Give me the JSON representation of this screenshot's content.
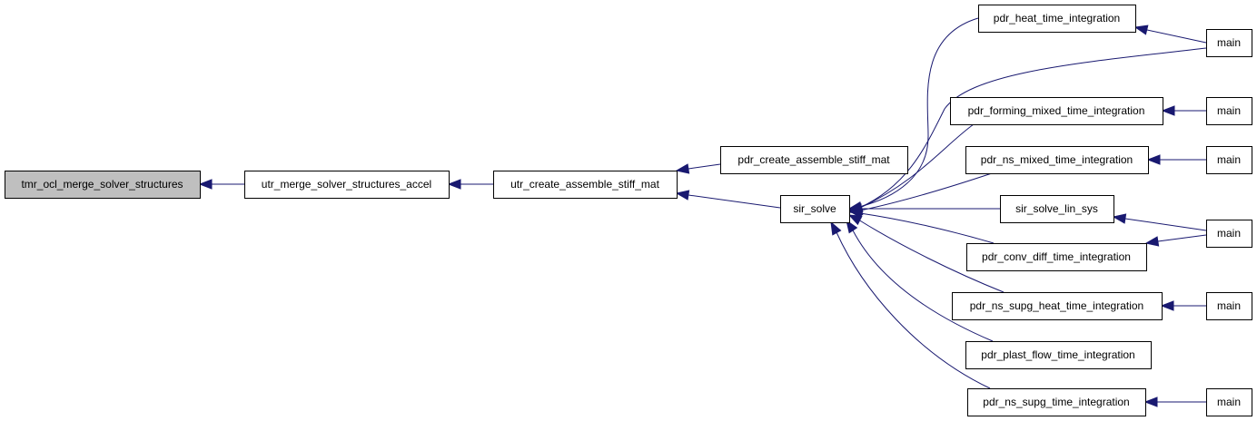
{
  "graph": {
    "nodes": [
      {
        "id": "tmr_ocl",
        "label": "tmr_ocl_merge_solver_structures",
        "highlighted": true
      },
      {
        "id": "utr_merge",
        "label": "utr_merge_solver_structures_accel"
      },
      {
        "id": "utr_create",
        "label": "utr_create_assemble_stiff_mat"
      },
      {
        "id": "pdr_create",
        "label": "pdr_create_assemble_stiff_mat"
      },
      {
        "id": "sir_solve",
        "label": "sir_solve"
      },
      {
        "id": "pdr_heat",
        "label": "pdr_heat_time_integration"
      },
      {
        "id": "pdr_forming",
        "label": "pdr_forming_mixed_time_integration"
      },
      {
        "id": "pdr_ns_mixed",
        "label": "pdr_ns_mixed_time_integration"
      },
      {
        "id": "sir_solve_lin",
        "label": "sir_solve_lin_sys"
      },
      {
        "id": "pdr_conv",
        "label": "pdr_conv_diff_time_integration"
      },
      {
        "id": "pdr_ns_supg_heat",
        "label": "pdr_ns_supg_heat_time_integration"
      },
      {
        "id": "pdr_plast",
        "label": "pdr_plast_flow_time_integration"
      },
      {
        "id": "pdr_ns_supg",
        "label": "pdr_ns_supg_time_integration"
      },
      {
        "id": "main1",
        "label": "main"
      },
      {
        "id": "main2",
        "label": "main"
      },
      {
        "id": "main3",
        "label": "main"
      },
      {
        "id": "main4",
        "label": "main"
      },
      {
        "id": "main5",
        "label": "main"
      },
      {
        "id": "main6",
        "label": "main"
      }
    ],
    "edges": [
      {
        "from": "utr_merge",
        "to": "tmr_ocl"
      },
      {
        "from": "utr_create",
        "to": "utr_merge"
      },
      {
        "from": "pdr_create",
        "to": "utr_create"
      },
      {
        "from": "sir_solve",
        "to": "utr_create"
      },
      {
        "from": "pdr_heat",
        "to": "sir_solve"
      },
      {
        "from": "main1",
        "to": "sir_solve"
      },
      {
        "from": "pdr_forming",
        "to": "sir_solve"
      },
      {
        "from": "pdr_ns_mixed",
        "to": "sir_solve"
      },
      {
        "from": "sir_solve_lin",
        "to": "sir_solve"
      },
      {
        "from": "pdr_conv",
        "to": "sir_solve"
      },
      {
        "from": "pdr_ns_supg_heat",
        "to": "sir_solve"
      },
      {
        "from": "pdr_plast",
        "to": "sir_solve"
      },
      {
        "from": "pdr_ns_supg",
        "to": "sir_solve"
      },
      {
        "from": "main1",
        "to": "pdr_heat"
      },
      {
        "from": "main2",
        "to": "pdr_forming"
      },
      {
        "from": "main3",
        "to": "pdr_ns_mixed"
      },
      {
        "from": "main4",
        "to": "sir_solve_lin"
      },
      {
        "from": "main4",
        "to": "pdr_conv"
      },
      {
        "from": "main5",
        "to": "pdr_ns_supg_heat"
      },
      {
        "from": "main6",
        "to": "pdr_ns_supg"
      }
    ]
  }
}
